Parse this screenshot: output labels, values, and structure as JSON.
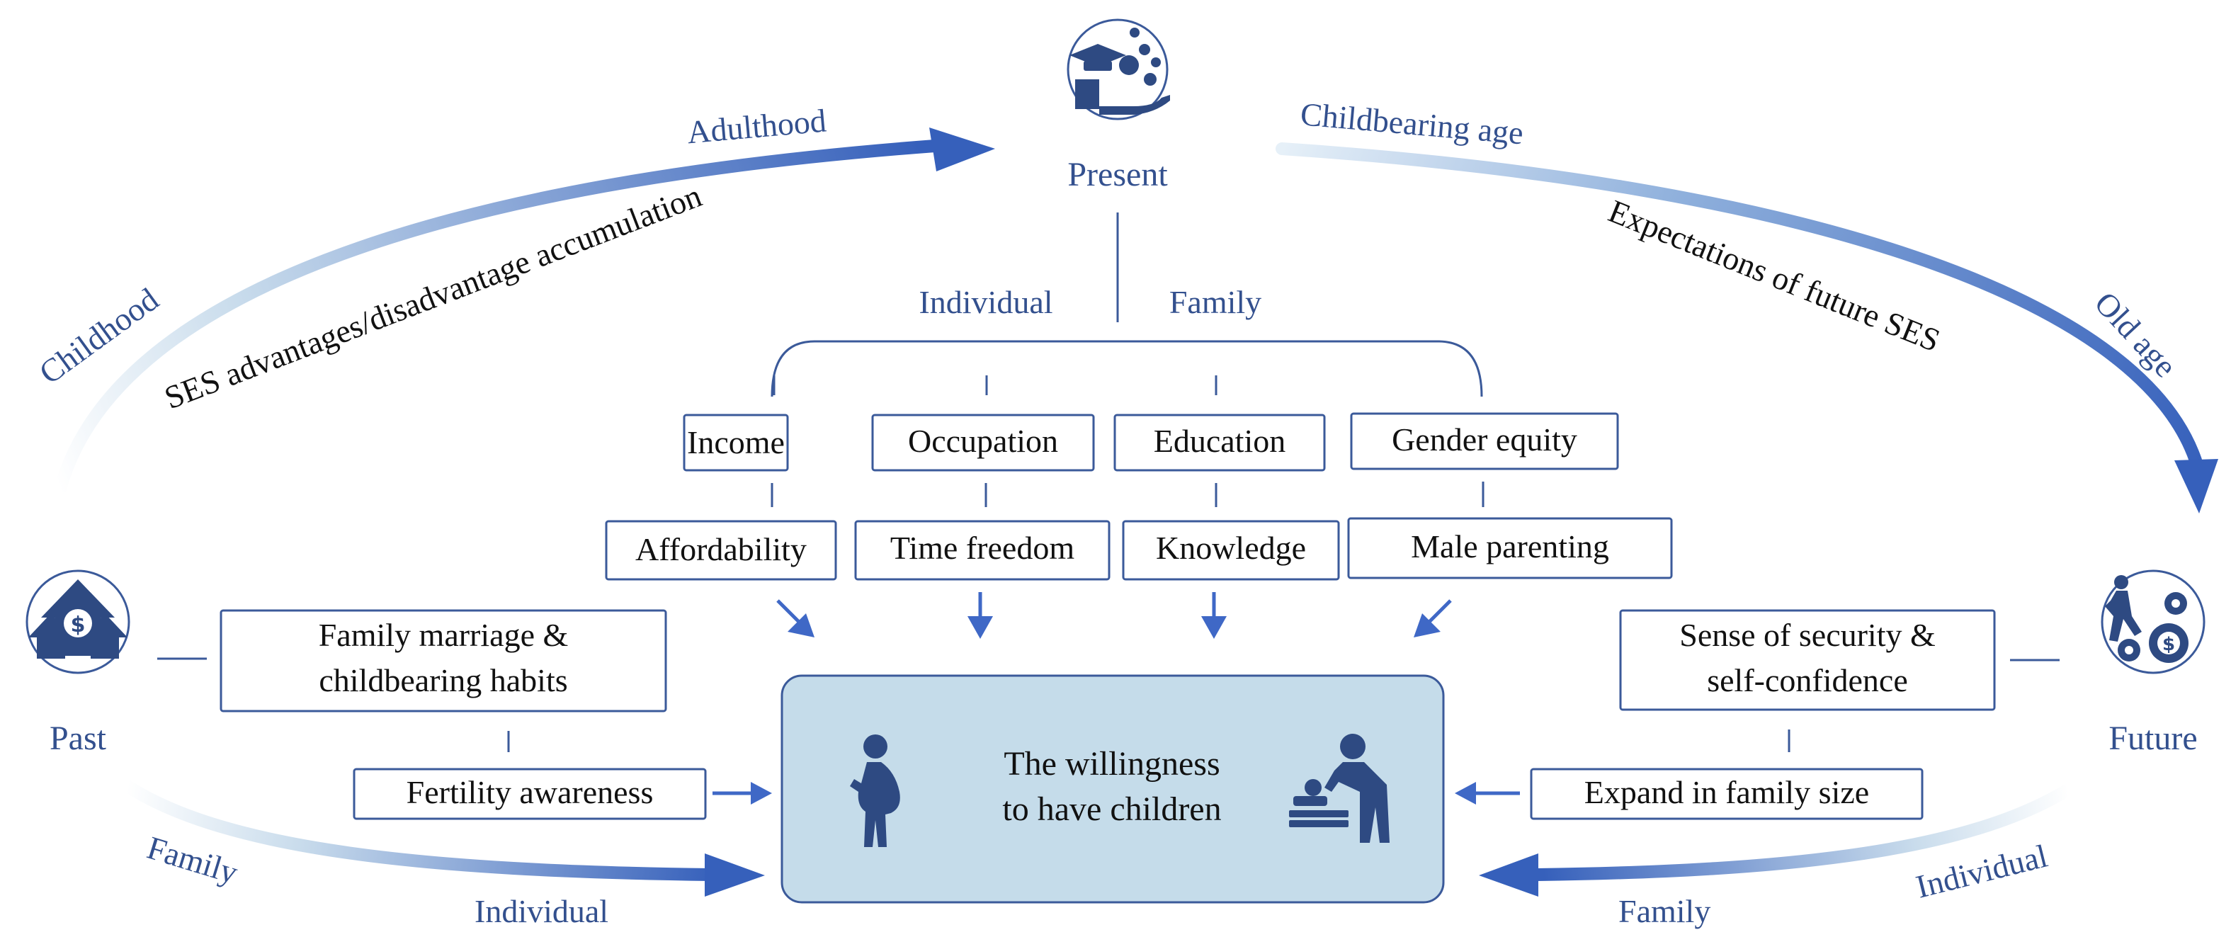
{
  "nodes": {
    "present": "Present",
    "past": "Past",
    "future": "Future",
    "center": [
      "The willingness",
      "to have children"
    ]
  },
  "arc_labels": {
    "adulthood": "Adulthood",
    "childhood": "Childhood",
    "ses_accumulation": "SES advantages/disadvantage accumulation",
    "childbearing_age": "Childbearing age",
    "old_age": "Old age",
    "expectations": "Expectations of future SES",
    "family_left": "Family",
    "individual_left": "Individual",
    "individual_right": "Individual",
    "family_right": "Family"
  },
  "present_branch": {
    "individual": "Individual",
    "family": "Family",
    "factors": [
      "Income",
      "Occupation",
      "Education",
      "Gender equity"
    ],
    "outcomes": [
      "Affordability",
      "Time freedom",
      "Knowledge",
      "Male parenting"
    ]
  },
  "past_branch": {
    "habits": [
      "Family marriage &",
      "childbearing habits"
    ],
    "awareness": "Fertility awareness"
  },
  "future_branch": {
    "security": [
      "Sense of security &",
      "self-confidence"
    ],
    "expand": "Expand in family size"
  },
  "colors": {
    "accent": "#3f68c6",
    "text": "#33508e",
    "center_fill": "#c5dcea"
  }
}
